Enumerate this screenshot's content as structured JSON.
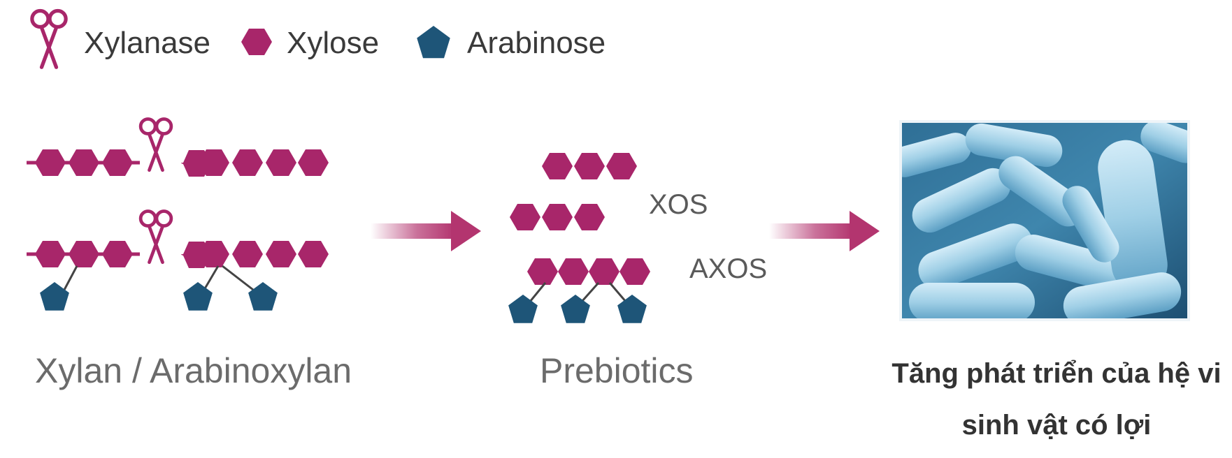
{
  "legend": {
    "xylanase": "Xylanase",
    "xylose": "Xylose",
    "arabinose": "Arabinose"
  },
  "stages": {
    "substrate": "Xylan / Arabinoxylan",
    "prebiotics": "Prebiotics",
    "xos": "XOS",
    "axos": "AXOS"
  },
  "result": {
    "caption": "Tăng phát triển của hệ vi sinh vật có lợi"
  },
  "colors": {
    "xylose": "#a8266a",
    "arabinose": "#1e5578",
    "arrow": "#b3356f"
  },
  "icons": {
    "xylanase": "scissors-icon",
    "xylose": "hexagon-icon",
    "arabinose": "pentagon-icon",
    "bacteria": "bacteria-micrograph"
  }
}
